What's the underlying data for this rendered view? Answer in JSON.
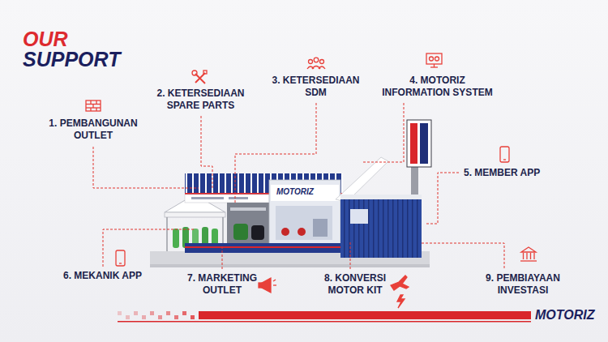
{
  "diagram": {
    "title": "OUR SUPPORT",
    "labels": [
      "1. PEMBANGUNAN OUTLET",
      "2. KETERSEDIAAN SPARE PARTS",
      "3. KETERSEDIAAN SDM",
      "4. MOTORIZ INFORMATION SYSTEM",
      "5. MEMBER APP",
      "6. MEKANIK APP",
      "7. MARKETING OUTLET",
      "8. KONVERSI MOTOR KIT",
      "9. PEMBIAYAAN INVESTASI",
      "MOTORIZ",
      "MOTORIZ"
    ]
  }
}
